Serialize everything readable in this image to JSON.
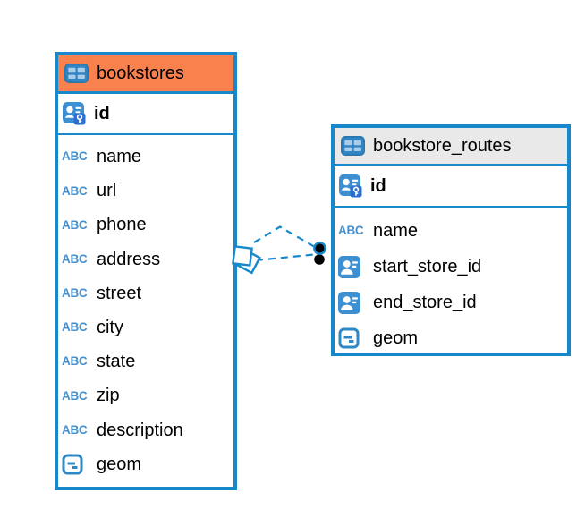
{
  "diagram": {
    "tables": [
      {
        "name": "bookstores",
        "header_color": "#f8814e",
        "primary_key": "id",
        "columns": [
          {
            "name": "name",
            "type_icon": "abc-text-icon"
          },
          {
            "name": "url",
            "type_icon": "abc-text-icon"
          },
          {
            "name": "phone",
            "type_icon": "abc-text-icon"
          },
          {
            "name": "address",
            "type_icon": "abc-text-icon"
          },
          {
            "name": "street",
            "type_icon": "abc-text-icon"
          },
          {
            "name": "city",
            "type_icon": "abc-text-icon"
          },
          {
            "name": "state",
            "type_icon": "abc-text-icon"
          },
          {
            "name": "zip",
            "type_icon": "abc-text-icon"
          },
          {
            "name": "description",
            "type_icon": "abc-text-icon"
          },
          {
            "name": "geom",
            "type_icon": "geometry-icon"
          }
        ]
      },
      {
        "name": "bookstore_routes",
        "header_color": "#e9e9e9",
        "primary_key": "id",
        "columns": [
          {
            "name": "name",
            "type_icon": "abc-text-icon"
          },
          {
            "name": "start_store_id",
            "type_icon": "person-reference-icon"
          },
          {
            "name": "end_store_id",
            "type_icon": "person-reference-icon"
          },
          {
            "name": "geom",
            "type_icon": "geometry-icon"
          }
        ]
      }
    ],
    "relationship": {
      "connects": [
        "bookstores",
        "bookstore_routes"
      ],
      "line_style": "dashed",
      "line_color": "#1789cb",
      "marker_at_bookstores": "stacked-outline-squares",
      "marker_at_bookstore_routes": "stacked-filled-circles",
      "line_count": 2
    },
    "icon_legend": {
      "table_header": "table-grid-icon",
      "primary_key": "person-key-icon",
      "text_column": "abc-text-icon",
      "reference_column": "person-reference-icon",
      "geometry_column": "geometry-icon"
    }
  },
  "colors": {
    "accent_blue": "#1789cb",
    "header_orange": "#f8814e",
    "header_gray": "#e9e9e9",
    "icon_blue": "#3d8fd2",
    "abc_blue": "#4791ce",
    "key_badge_blue": "#2b6fd0",
    "text": "#000000",
    "background": "#ffffff"
  },
  "abc_glyph": "ABC"
}
